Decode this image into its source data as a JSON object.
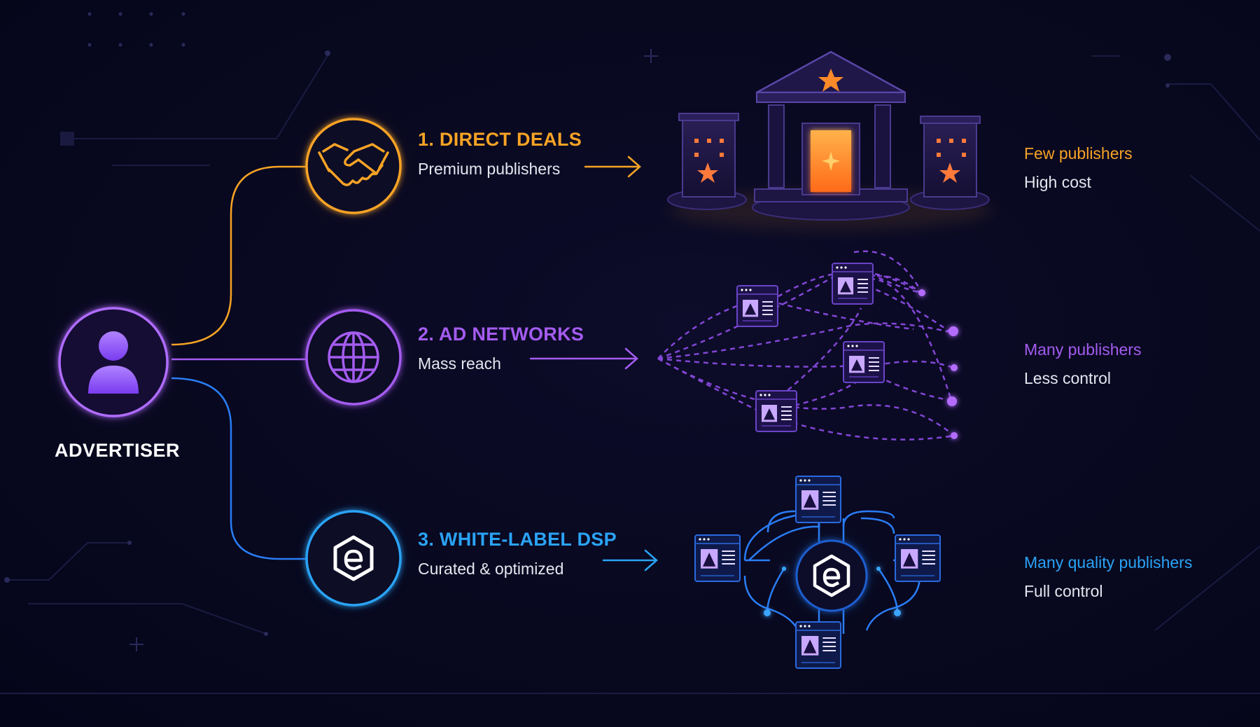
{
  "advertiser": {
    "label": "ADVERTISER",
    "icon": "user-icon"
  },
  "channels": [
    {
      "title": "1. DIRECT DEALS",
      "subtitle": "Premium publishers",
      "result": "Few publishers",
      "tradeoff": "High cost",
      "color": "#f7a325",
      "icon": "handshake-icon"
    },
    {
      "title": "2. AD NETWORKS",
      "subtitle": "Mass reach",
      "result": "Many publishers",
      "tradeoff": "Less control",
      "color": "#a45cf0",
      "icon": "globe-icon"
    },
    {
      "title": "3. WHITE-LABEL DSP",
      "subtitle": "Curated & optimized",
      "result": "Many quality publishers",
      "tradeoff": "Full control",
      "color": "#2aa3f5",
      "icon": "hexagon-logo-icon"
    }
  ],
  "colors": {
    "background": "#07071c",
    "orange": "#f7a325",
    "purple": "#a45cf0",
    "blue": "#2aa3f5",
    "text": "#ffffff"
  }
}
